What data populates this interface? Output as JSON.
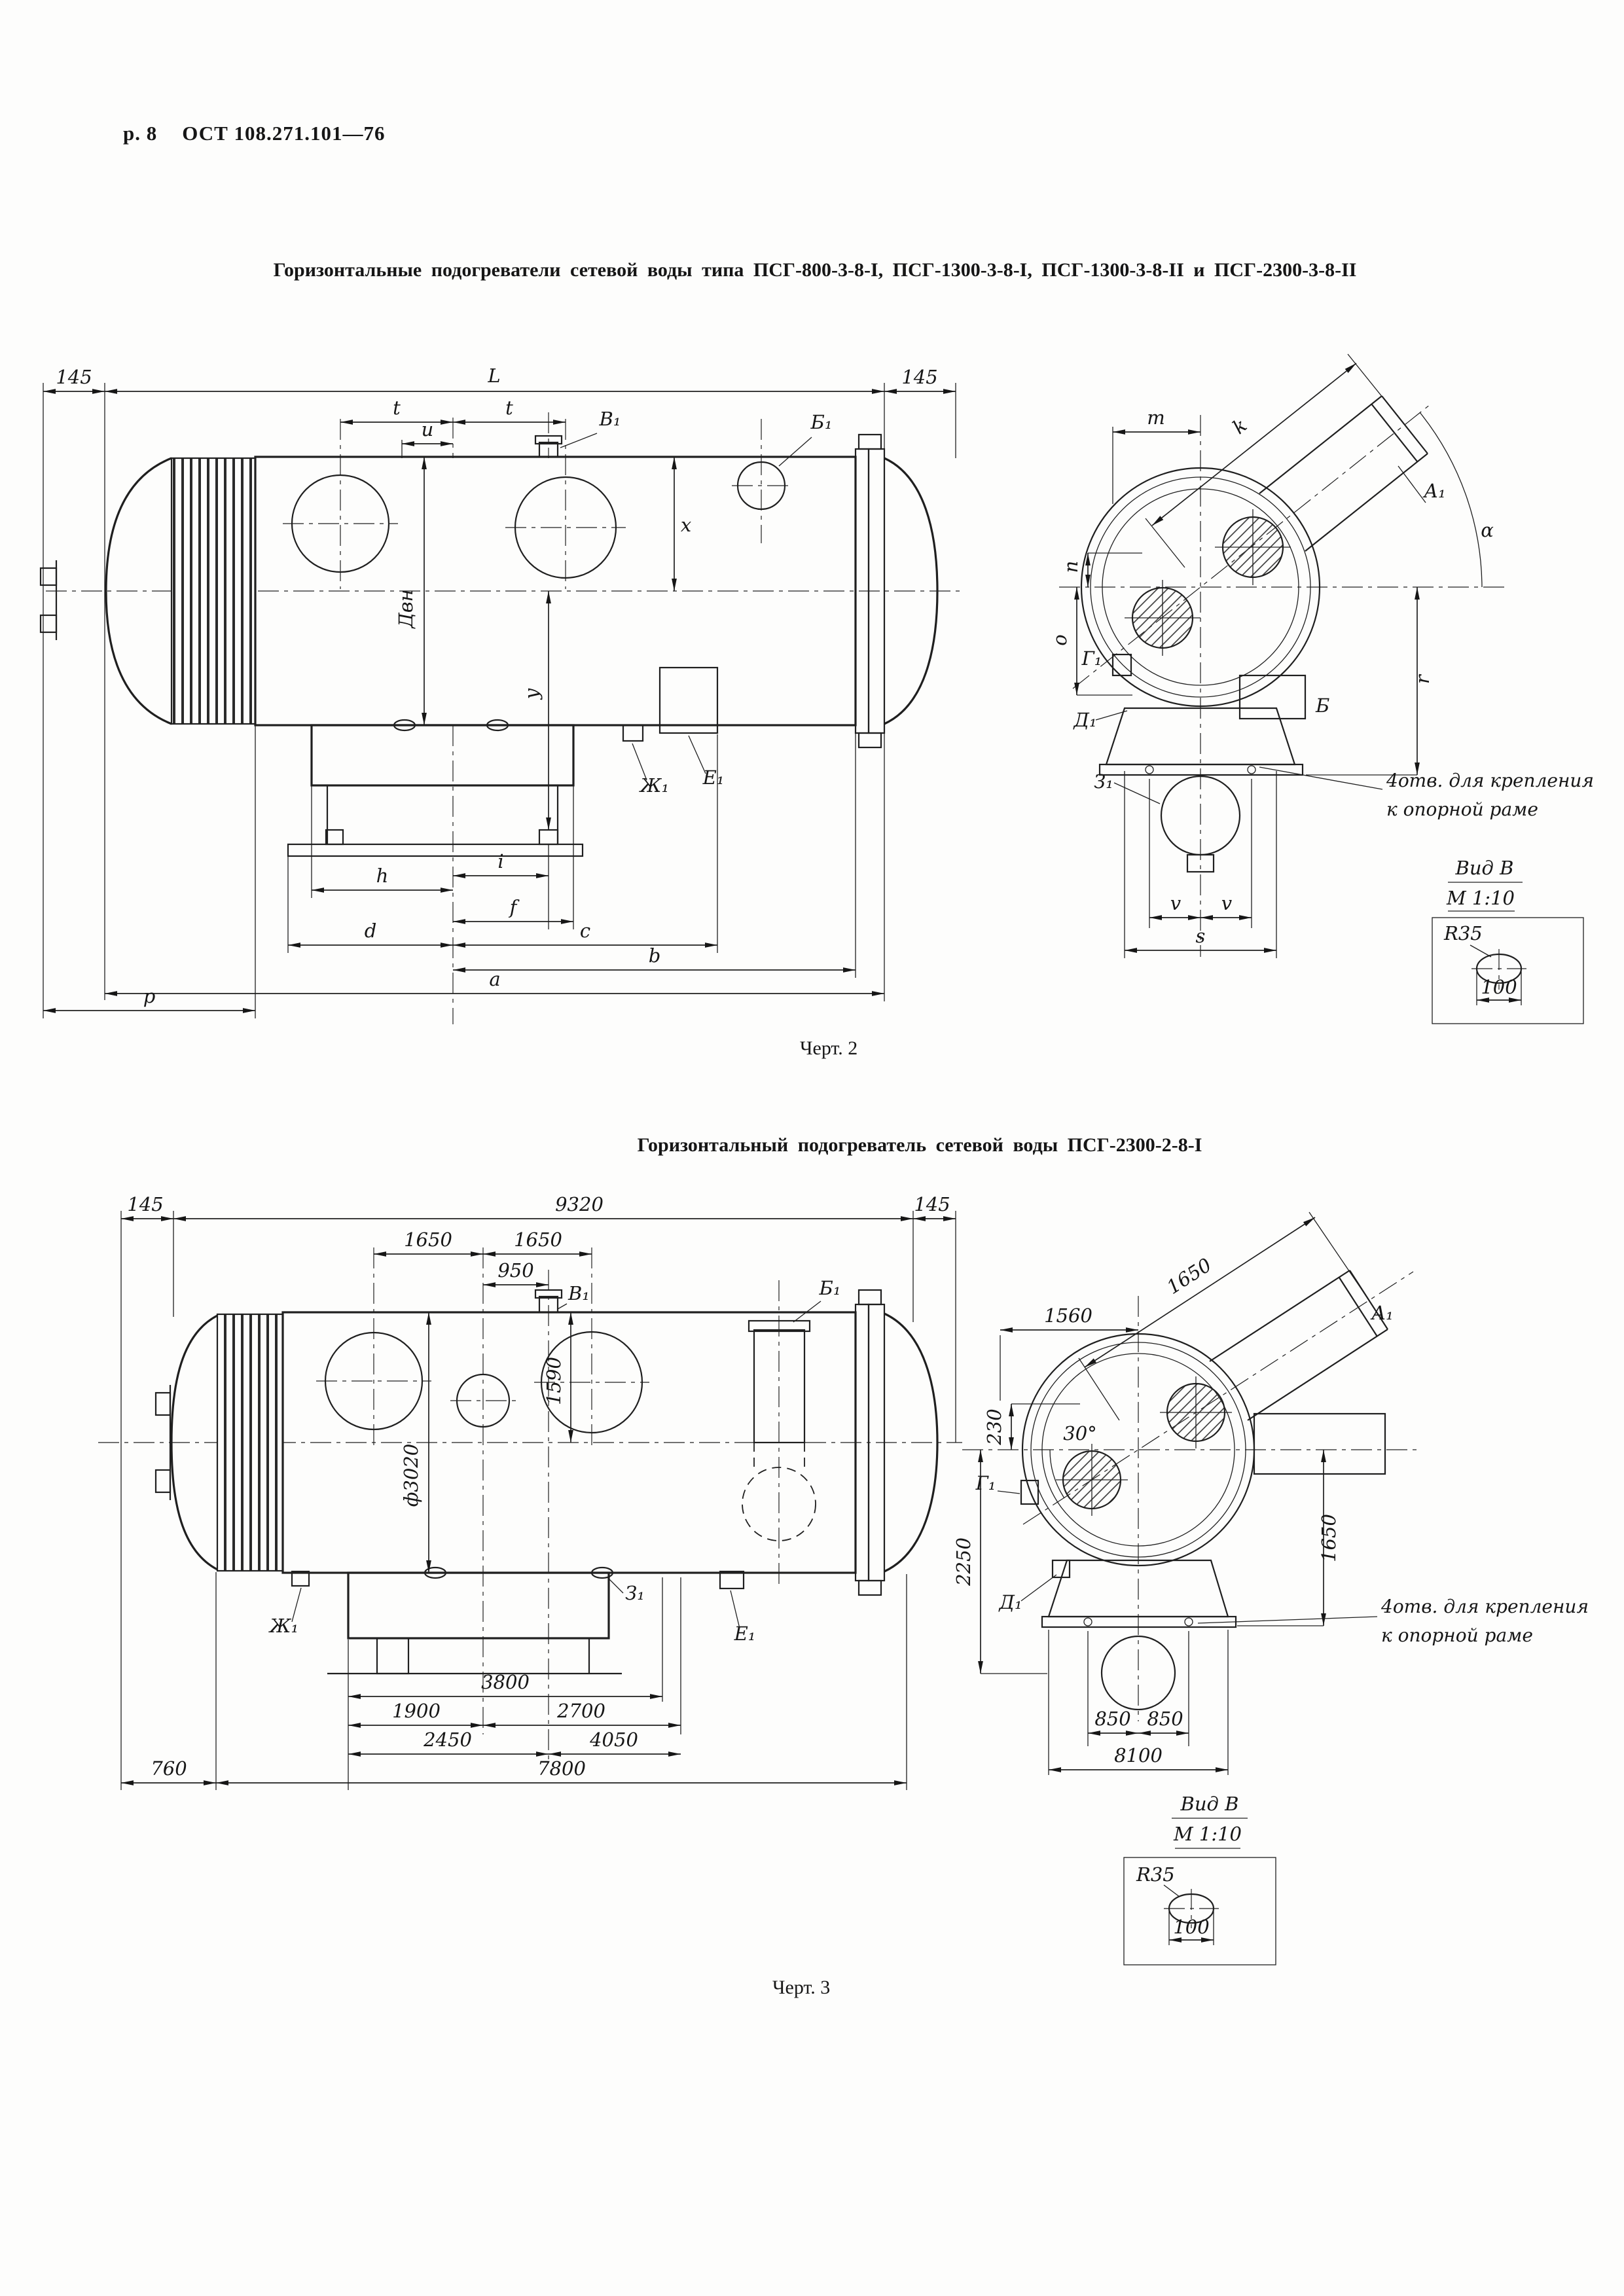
{
  "page": {
    "page_number": "р. 8",
    "document_number": "ОСТ 108.271.101—76"
  },
  "figure2": {
    "title": "Горизонтальные подогреватели сетевой воды типа ПСГ-800-3-8-I, ПСГ-1300-3-8-I, ПСГ-1300-3-8-II и ПСГ-2300-3-8-II",
    "caption": "Черт. 2",
    "labels": {
      "dim_145_left": "145",
      "dim_L": "L",
      "dim_145_right": "145",
      "dim_t1": "t",
      "dim_t2": "t",
      "dim_u": "u",
      "nozzle_v1": "В₁",
      "nozzle_b1": "Б₁",
      "dim_x": "x",
      "dim_dvn": "Двн",
      "dim_y": "y",
      "nozzle_zh1": "Ж₁",
      "nozzle_e1": "Е₁",
      "dim_i": "i",
      "dim_h": "h",
      "dim_f": "f",
      "dim_d": "d",
      "dim_c": "c",
      "dim_b": "b",
      "dim_a": "a",
      "dim_p": "p",
      "dim_k": "k",
      "dim_m": "m",
      "dim_n": "n",
      "dim_o": "o",
      "nozzle_a1": "А₁",
      "angle_alpha": "α",
      "nozzle_g1": "Г₁",
      "nozzle_d1": "Д₁",
      "nozzle_z1": "З₁",
      "dim_r": "r",
      "label_b": "Б",
      "dim_v1": "v",
      "dim_v2": "v",
      "dim_s": "s",
      "note_line1": "4отв. для крепления",
      "note_line2": "к опорной раме",
      "view_label": "Вид В",
      "view_scale": "М 1:10",
      "detail_radius": "R35",
      "detail_length": "100"
    }
  },
  "figure3": {
    "title": "Горизонтальный подогреватель сетевой воды ПСГ-2300-2-8-I",
    "caption": "Черт. 3",
    "labels": {
      "dim_145_left": "145",
      "dim_9320": "9320",
      "dim_145_right": "145",
      "dim_1650_a": "1650",
      "dim_1650_b": "1650",
      "dim_950": "950",
      "nozzle_v1": "В₁",
      "nozzle_b1": "Б₁",
      "dim_f3020": "ф3020",
      "dim_1590": "1590",
      "nozzle_zh1": "Ж₁",
      "nozzle_z1": "З₁",
      "nozzle_e1": "Е₁",
      "dim_3800": "3800",
      "dim_1900": "1900",
      "dim_2700": "2700",
      "dim_2450": "2450",
      "dim_4050": "4050",
      "dim_760": "760",
      "dim_7800": "7800",
      "dim_1650_pipe": "1650",
      "dim_1560": "1560",
      "dim_230": "230",
      "angle_30": "30°",
      "nozzle_a1": "А₁",
      "nozzle_g1": "Г₁",
      "nozzle_d1": "Д₁",
      "dim_2250": "2250",
      "dim_1650_r": "1650",
      "dim_850_a": "850",
      "dim_850_b": "850",
      "dim_8100": "8100",
      "note_line1": "4отв. для крепления",
      "note_line2": "к опорной раме",
      "view_label": "Вид В",
      "view_scale": "М 1:10",
      "detail_radius": "R35",
      "detail_length": "100"
    }
  }
}
